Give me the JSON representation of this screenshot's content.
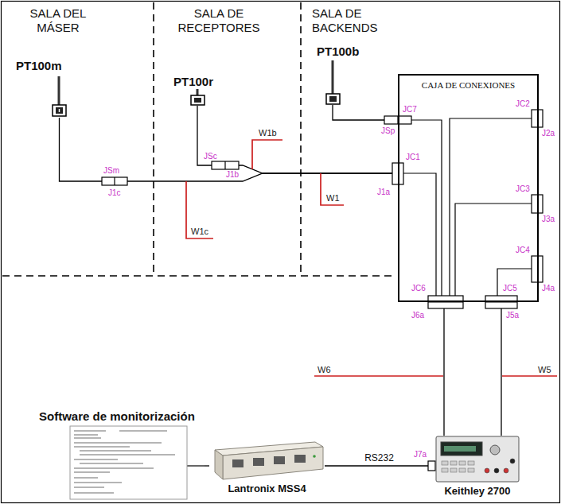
{
  "diagram": {
    "nodes": [
      {
        "text": [
          "Software de monitorización"
        ]
      },
      {
        "text": [
          "Lantronix MSS4"
        ]
      },
      {
        "text": [
          "Keithley 2700"
        ]
      },
      {
        "text": [
          "CAJA DE CONEXIONES"
        ]
      },
      {
        "text": [
          "PT100m"
        ]
      },
      {
        "text": [
          "PT100r"
        ]
      },
      {
        "text": [
          "PT100b"
        ]
      }
    ],
    "edges": [
      {
        "from": 0,
        "to": 1,
        "arrow": "none"
      },
      {
        "from": 1,
        "to": 2,
        "label": "RS232",
        "arrow": "none"
      },
      {
        "from": 3,
        "to": 2,
        "arrow": "none"
      },
      {
        "from": 3,
        "to": 2,
        "arrow": "none"
      },
      {
        "from": 4,
        "to": 3,
        "arrow": "none"
      },
      {
        "from": 5,
        "to": 3,
        "arrow": "none"
      },
      {
        "from": 6,
        "to": 3,
        "arrow": "none"
      }
    ],
    "labels": [
      "SALA DEL MÁSER",
      "SALA DE RECEPTORES",
      "SALA DE BACKENDS",
      "JSm",
      "J1c",
      "JSc",
      "J1b",
      "W1b",
      "W1c",
      "W1",
      "JC7",
      "JSp",
      "JC1",
      "J1a",
      "JC2",
      "J2a",
      "JC3",
      "J3a",
      "JC4",
      "J4a",
      "JC6",
      "J6a",
      "JC5",
      "J5a",
      "W6",
      "W5",
      "J7a"
    ]
  }
}
